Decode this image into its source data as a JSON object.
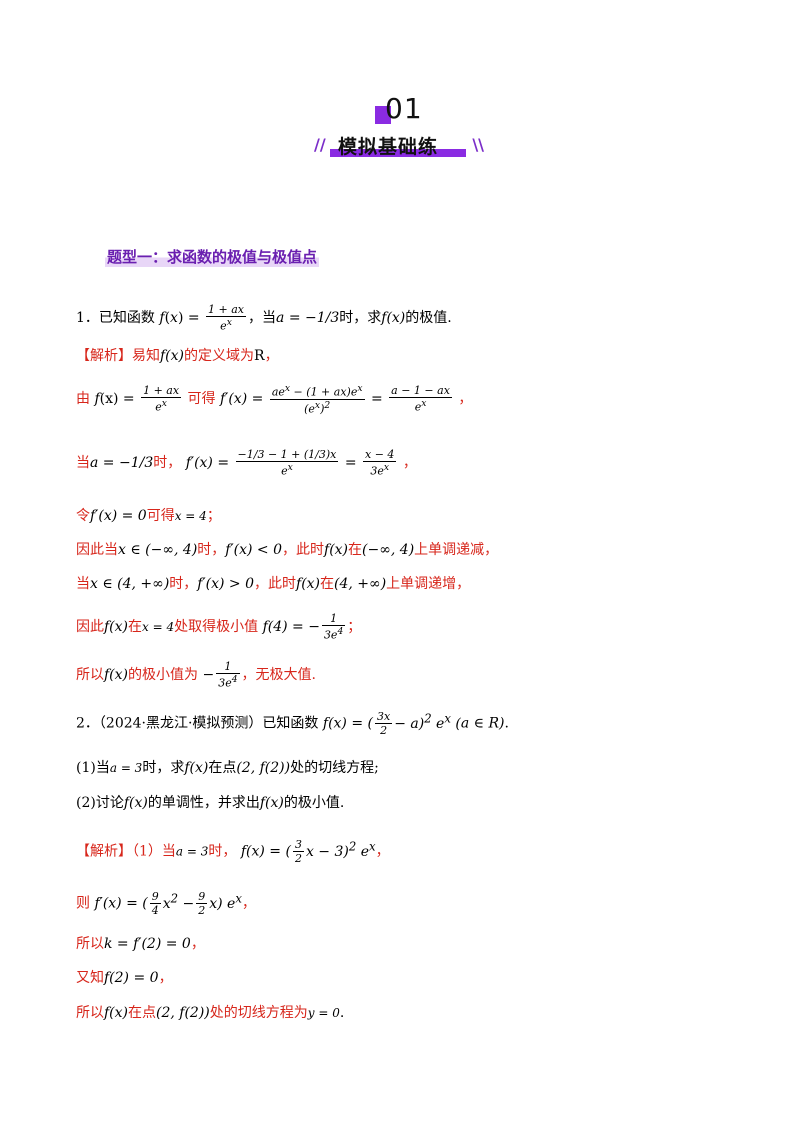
{
  "header": {
    "number": "01",
    "title": "模拟基础练",
    "left_decor": "//",
    "right_decor": "\\\\"
  },
  "section": {
    "title": "题型一：求函数的极值与极值点"
  },
  "q1": {
    "prefix": "1．已知函数",
    "mid1": "，当",
    "mid2": "时，求",
    "tail": "的极值.",
    "sol_tag": "【解析】",
    "s1_a": "易知",
    "s1_b": "的定义域为",
    "s1_c": "R",
    "s1_d": "，",
    "s2_a": "由",
    "s2_b": "可得",
    "s3_a": "当",
    "s3_b": "时，",
    "s4_a": "令",
    "s4_b": "可得",
    "s5_a": "因此当",
    "s5_b": "时，",
    "s5_c": "，此时",
    "s5_d": "在",
    "s5_e": "上单调递减，",
    "s6_a": "当",
    "s6_b": "时，",
    "s6_c": "，此时",
    "s6_d": "在",
    "s6_e": "上单调递增，",
    "s7_a": "因此",
    "s7_b": "在",
    "s7_c": "处取得极小值",
    "s8_a": "所以",
    "s8_b": "的极小值为",
    "s8_c": "，无极大值."
  },
  "q2": {
    "prefix": "2．（2024·黑龙江·模拟预测）已知函数",
    "part1_a": "(1)当",
    "part1_b": "时，求",
    "part1_c": "在点",
    "part1_d": "处的切线方程;",
    "part2_a": "(2)讨论",
    "part2_b": "的单调性，并求出",
    "part2_c": "的极小值.",
    "sol_tag": "【解析】",
    "s1_a": "（1）当",
    "s1_b": "时，",
    "s2_a": "则",
    "s3_a": "所以",
    "s4_a": "又知",
    "s5_a": "所以",
    "s5_b": "在点",
    "s5_c": "处的切线方程为"
  },
  "math": {
    "fx": "f(x)",
    "eq_a_neg13": "a = −1/3",
    "cond_a3": "a = 3",
    "domain_R": "a ∈ R",
    "point": "(2, f(2))",
    "x4": "x = 4",
    "fp0": "f′(x) = 0",
    "fp_lt": "f′(x) < 0",
    "fp_gt": "f′(x) > 0",
    "int1": "(−∞, 4)",
    "int2": "(4, +∞)",
    "xin1": "x ∈ (−∞, 4)",
    "xin2": "x ∈ (4, +∞)",
    "k": "k = f′(2) = 0",
    "f2": "f(2) = 0",
    "y0": "y = 0"
  }
}
